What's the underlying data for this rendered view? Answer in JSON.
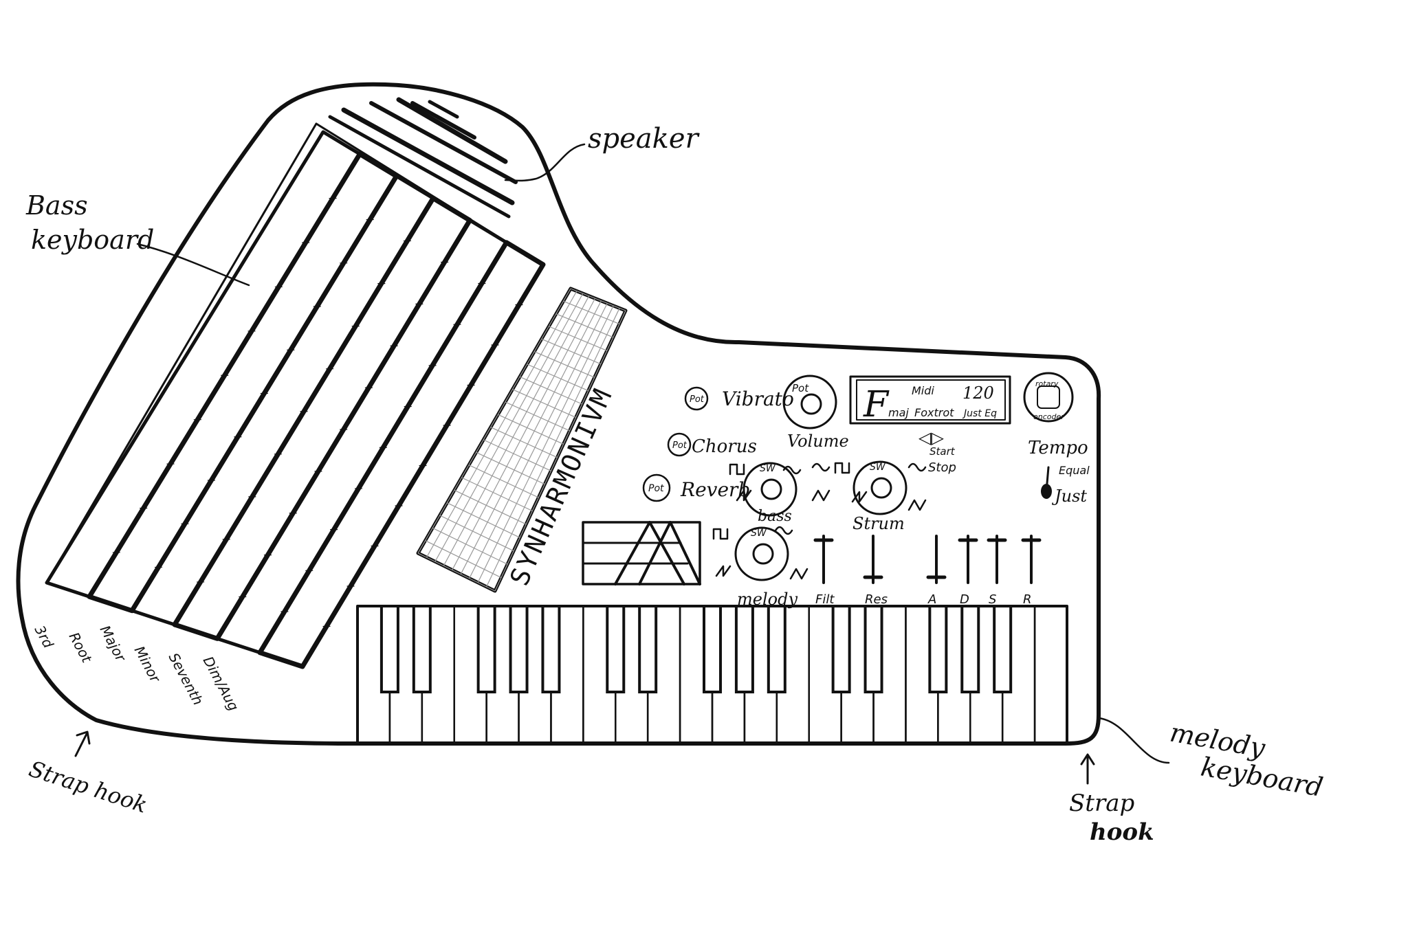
{
  "annotations": {
    "speaker": "speaker",
    "bass_keyboard_1": "Bass",
    "bass_keyboard_2": "keyboard",
    "melody_keyboard_1": "melody",
    "melody_keyboard_2": "keyboard",
    "strap_hook_left": "Strap hook",
    "strap_hook_right_1": "Strap",
    "strap_hook_right_2": "hook"
  },
  "brand": "SYNHARMONIVM",
  "bass_key_labels": [
    "3rd",
    "Root",
    "Major",
    "Minor",
    "Seventh",
    "Dim/Aug"
  ],
  "pots": {
    "vibrato_tag": "Pot",
    "vibrato_label": "Vibrato",
    "chorus_tag": "Pot",
    "chorus_label": "Chorus",
    "reverb_tag": "Pot",
    "reverb_label": "Reverb",
    "volume_tag": "Pot",
    "volume_label": "Volume"
  },
  "switches": {
    "bass_tag": "SW",
    "bass_label": "bass",
    "strum_tag": "SW",
    "strum_label": "Strum",
    "melody_tag": "SW",
    "melody_label": "melody"
  },
  "display": {
    "note": "F",
    "mode": "Midi",
    "tempo": "120",
    "chord": "maj",
    "rhythm": "Foxtrot",
    "tuning": "Just Eq"
  },
  "encoder": {
    "text_1": "rotary",
    "text_2": "encoder",
    "label": "Tempo"
  },
  "transport": {
    "symbols": "◁▷",
    "start": "Start",
    "stop": "Stop"
  },
  "tuning_switch": {
    "equal": "Equal",
    "just": "Just"
  },
  "sliders": [
    "Filt",
    "Res",
    "A",
    "D",
    "S",
    "R"
  ]
}
